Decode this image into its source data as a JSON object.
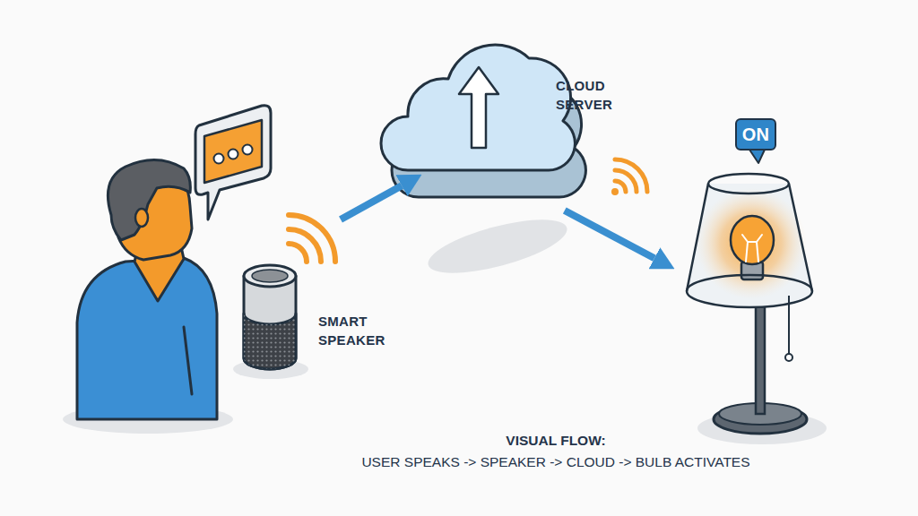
{
  "diagram": {
    "nodes": [
      {
        "text": [
          "SMART SPEAKER"
        ]
      },
      {
        "text": [
          "CLOUD SERVER"
        ]
      },
      {
        "text": [
          "ON"
        ]
      }
    ],
    "edges": [
      {
        "from": 0,
        "to": 1,
        "arrow": "to"
      },
      {
        "from": 1,
        "to": 2,
        "arrow": "to"
      }
    ],
    "labels": [
      "VISUAL FLOW:",
      "USER SPEAKS -> SPEAKER -> CLOUD -> BULB ACTIVATES"
    ]
  }
}
